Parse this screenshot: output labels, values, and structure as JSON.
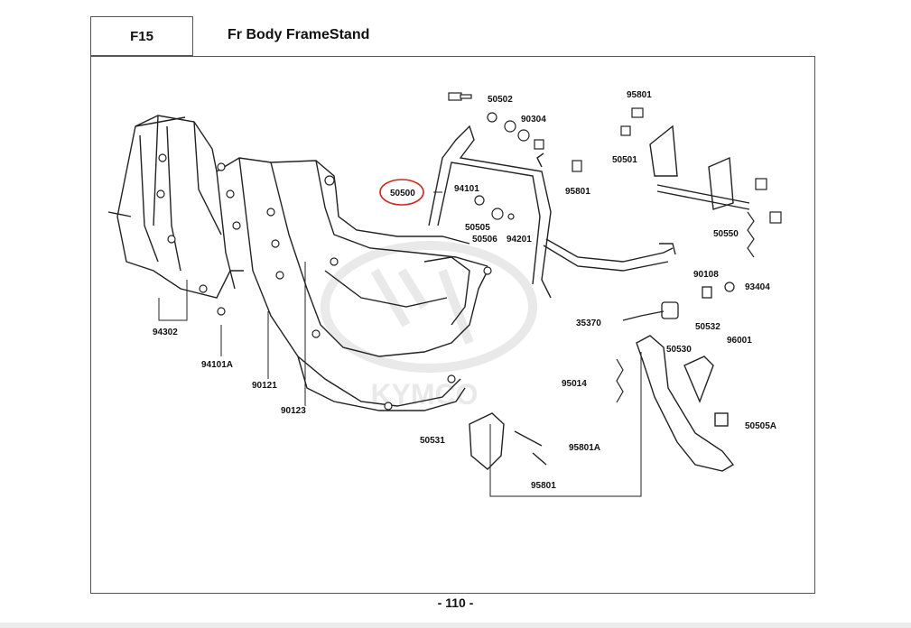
{
  "header": {
    "section_code": "F15",
    "title": "Fr Body FrameStand"
  },
  "page_number": "- 110 -",
  "watermark": "KYMCO",
  "highlight_color": "#e0201e",
  "parts": {
    "p50502": "50502",
    "p90304": "90304",
    "p95801_top": "95801",
    "p50501": "50501",
    "p50500": "50500",
    "p94101": "94101",
    "p50505": "50505",
    "p50506": "50506",
    "p94201": "94201",
    "p95801_mid": "95801",
    "p50550": "50550",
    "p90108": "90108",
    "p93404": "93404",
    "p35370": "35370",
    "p50532": "50532",
    "p50530": "50530",
    "p96001": "96001",
    "p95014": "95014",
    "p50505A": "50505A",
    "p50531": "50531",
    "p95801A": "95801A",
    "p95801_bot": "95801",
    "p94302": "94302",
    "p94101A": "94101A",
    "p90121": "90121",
    "p90123": "90123"
  }
}
